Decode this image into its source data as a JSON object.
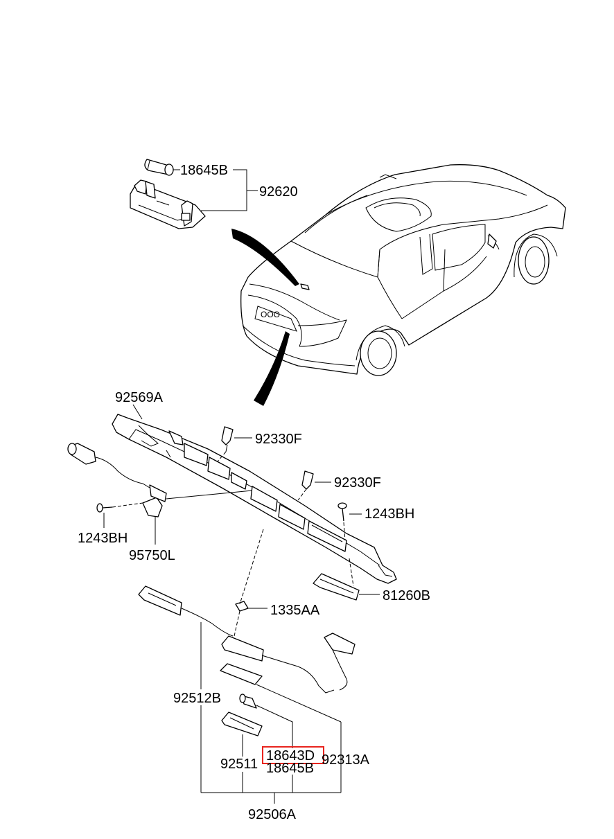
{
  "diagram": {
    "highlight_color": "#e8231d",
    "line_color": "#000000",
    "labels": {
      "p18645B_top": "18645B",
      "p92620": "92620",
      "p92569A": "92569A",
      "p92330F_a": "92330F",
      "p92330F_b": "92330F",
      "p1243BH_right": "1243BH",
      "p1243BH_left": "1243BH",
      "p95750L": "95750L",
      "p81260B": "81260B",
      "p1335AA": "1335AA",
      "p92512B": "92512B",
      "p18643D": "18643D",
      "p92313A": "92313A",
      "p92511": "92511",
      "p18645B_bottom": "18645B",
      "p92506A": "92506A"
    }
  }
}
